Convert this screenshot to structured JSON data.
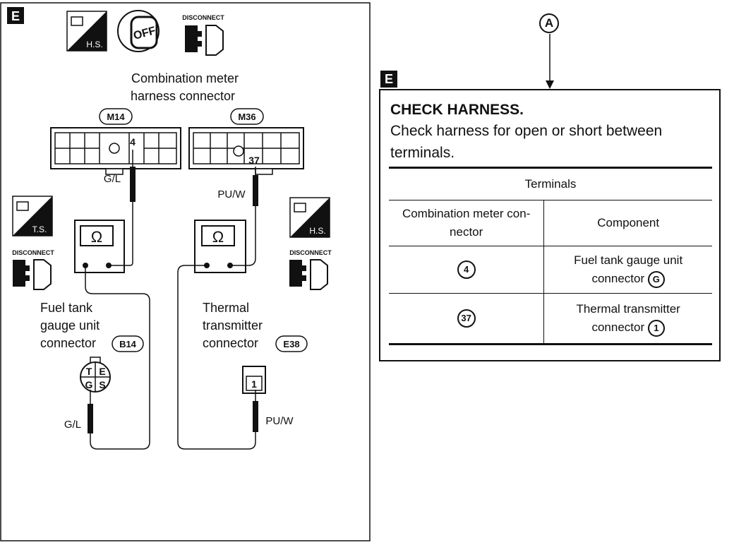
{
  "step_label": "E",
  "left_panel": {
    "icons": {
      "hs_top": "H.S.",
      "off": "OFF",
      "disconnect_top": "DISCONNECT",
      "ts": "T.S.",
      "disconnect_left": "DISCONNECT",
      "hs_right": "H.S.",
      "disconnect_right": "DISCONNECT"
    },
    "combo_meter_title_line1": "Combination meter",
    "combo_meter_title_line2": "harness connector",
    "connector_m14": "M14",
    "connector_m36": "M36",
    "pin_4": "4",
    "pin_37": "37",
    "wire_gl_top": "G/L",
    "wire_puw_top": "PU/W",
    "ohm_symbol": "Ω",
    "fuel_label_line1": "Fuel tank",
    "fuel_label_line2": "gauge unit",
    "fuel_label_line3": "connector",
    "connector_b14": "B14",
    "fuel_pins": [
      "T",
      "E",
      "G",
      "S"
    ],
    "wire_gl_bottom": "G/L",
    "thermal_label_line1": "Thermal",
    "thermal_label_line2": "transmitter",
    "thermal_label_line3": "connector",
    "connector_e38": "E38",
    "thermal_pin": "1",
    "wire_puw_bottom": "PU/W"
  },
  "marker_a": "A",
  "right_panel": {
    "step_label": "E",
    "title": "CHECK HARNESS.",
    "description": "Check harness for open or short between terminals.",
    "table": {
      "header": "Terminals",
      "col1_header": "Combination meter con-nector",
      "col2_header": "Component",
      "rows": [
        {
          "terminal": "4",
          "component": "Fuel tank gauge unit connector",
          "component_pin": "G"
        },
        {
          "terminal": "37",
          "component": "Thermal transmitter connector",
          "component_pin": "1"
        }
      ]
    }
  }
}
